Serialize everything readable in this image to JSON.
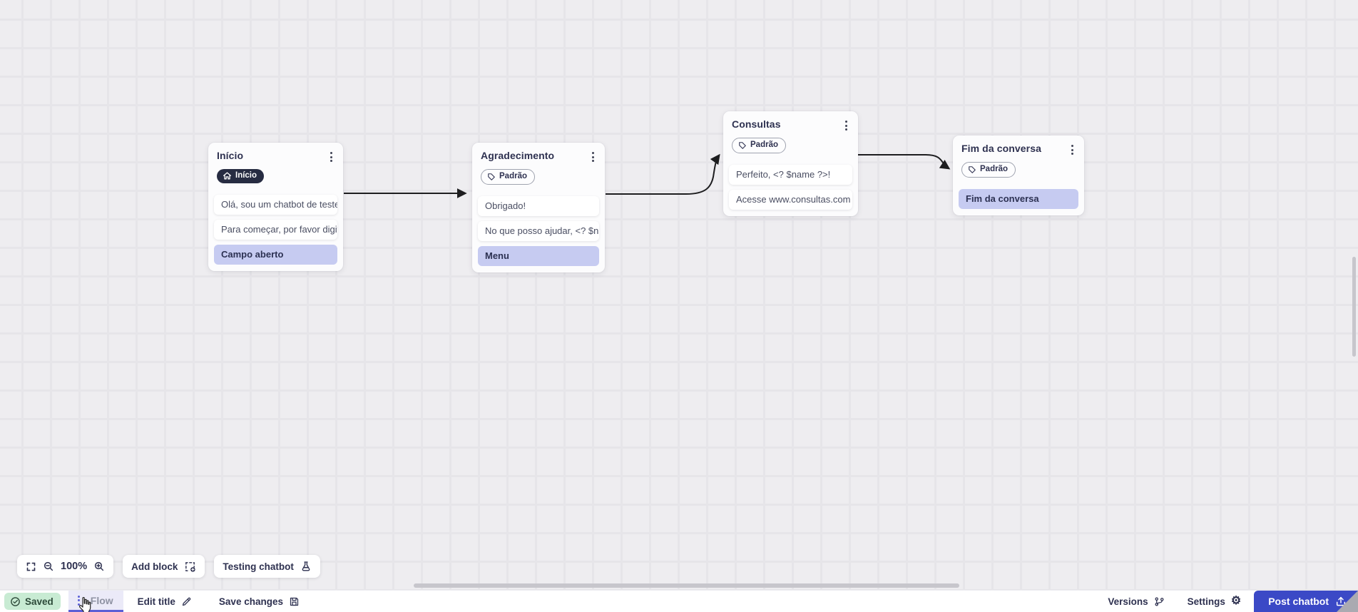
{
  "canvas": {
    "zoom_level": "100%",
    "toolbar": {
      "add_block_label": "Add block",
      "testing_label": "Testing chatbot"
    }
  },
  "nodes": [
    {
      "title": "Início",
      "badge": "Início",
      "badge_icon": "home-icon",
      "blocks": [
        {
          "text": "Olá, sou um chatbot de teste!",
          "type": "text-bubble"
        },
        {
          "text": "Para começar, por favor digite o ...",
          "type": "text-bubble"
        },
        {
          "text": "Campo aberto",
          "type": "input"
        }
      ]
    },
    {
      "title": "Agradecimento",
      "badge": "Padrão",
      "badge_icon": "tag-icon",
      "blocks": [
        {
          "text": "Obrigado!",
          "type": "text-bubble"
        },
        {
          "text": "No que posso ajudar, <? $name ...",
          "type": "text-bubble"
        },
        {
          "text": "Menu",
          "type": "input"
        }
      ]
    },
    {
      "title": "Consultas",
      "badge": "Padrão",
      "badge_icon": "tag-icon",
      "blocks": [
        {
          "text": "Perfeito, <? $name ?>!",
          "type": "text-bubble"
        },
        {
          "text": "Acesse www.consultas.com par...",
          "type": "text-bubble"
        }
      ]
    },
    {
      "title": "Fim da conversa",
      "badge": "Padrão",
      "badge_icon": "tag-icon",
      "blocks": [
        {
          "text": "Fim da conversa",
          "type": "input"
        }
      ]
    }
  ],
  "bottom_bar": {
    "saved_label": "Saved",
    "flow_tab_label": "Flow",
    "edit_title_label": "Edit title",
    "save_changes_label": "Save changes",
    "versions_label": "Versions",
    "settings_label": "Settings",
    "settings_icon": "⚙",
    "post_button_label": "Post chatbot"
  },
  "colors": {
    "accent_indigo": "#3b49c6",
    "tab_underline": "#5b5fd6",
    "saved_green_bg": "#c8ebd3",
    "input_block_bg": "#c6cbf1",
    "start_badge_bg": "#272c42",
    "connector": "#1d1d1f",
    "canvas_bg": "#eeedf0"
  }
}
